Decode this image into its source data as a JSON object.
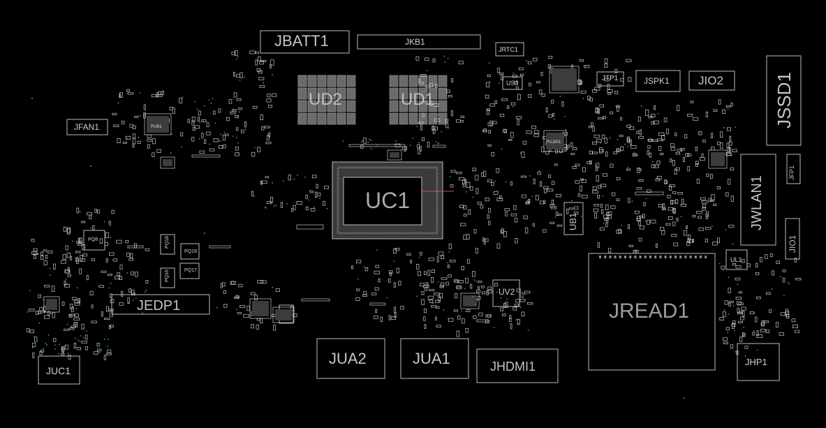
{
  "board": {
    "background": "#000000",
    "trace_color": "#bdbdbd",
    "via_color": "#2fa3b5"
  },
  "labels": {
    "JBATT1": "JBATT1",
    "JKB1": "JKB1",
    "JRTC1": "JRTC1",
    "US3": "US3",
    "JTP1": "JTP1",
    "JSPK1": "JSPK1",
    "JIO2": "JIO2",
    "JSSD1": "JSSD1",
    "JFAN1": "JFAN1",
    "UD2": "UD2",
    "UD1": "UD1",
    "UC1": "UC1",
    "JWLAN1": "JWLAN1",
    "JFP1": "JFP1",
    "JIO1": "JIO1",
    "UB1": "UB1",
    "JEDP1": "JEDP1",
    "UV2": "UV2",
    "JREAD1": "JREAD1",
    "JUA2": "JUA2",
    "JUA1": "JUA1",
    "JHDMI1": "JHDMI1",
    "JHP1": "JHP1",
    "JUC1": "JUC1",
    "UL1": "UL1",
    "PQ8": "PQ8",
    "PQ19": "PQ19",
    "PQ17": "PQ17",
    "PQ18": "PQ18",
    "PQ16": "PQ16",
    "PUB1": "PUB1",
    "PUJ801": "PUJ801"
  }
}
